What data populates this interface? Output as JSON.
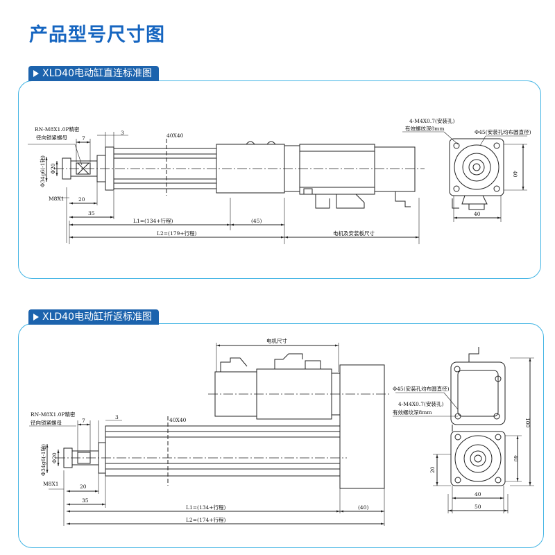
{
  "page": {
    "title": "产品型号尺寸图"
  },
  "colors": {
    "title": "#1565c0",
    "tab_bg": "#1c63ad",
    "panel_border": "#41b4e4",
    "line": "#222222"
  },
  "section_direct": {
    "tab_label": "XLD40电动缸直连标准图",
    "labels": {
      "rod_end_note_1": "RN-M8X1.0P精密",
      "rod_end_note_2": "径向锁紧螺母",
      "dim_7": "7",
      "dim_3": "3",
      "profile": "40X40",
      "rod_dia": "Φ20",
      "body_dia": "Φ34g6(-1轴)",
      "thread": "M8X1",
      "dim_20": "20",
      "dim_35": "35",
      "l1": "L1=(134+行程)",
      "dim_45": "(45)",
      "l2": "L2=(179+行程)",
      "motor_dims": "电机及安装板尺寸",
      "holes_note": "4-M4X0.7(安装孔)",
      "holes_depth": "有效螺纹深8mm",
      "pcd": "Φ45(安装孔均布圆直径)",
      "end_40_w": "40",
      "end_40_h": "40"
    }
  },
  "section_folded": {
    "tab_label": "XLD40电动缸折返标准图",
    "labels": {
      "motor_size": "电机尺寸",
      "rod_end_note_1": "RN-M8X1.0P精密",
      "rod_end_note_2": "径向锁紧螺母",
      "dim_7": "7",
      "dim_3": "3",
      "profile": "40X40",
      "rod_dia": "Φ20",
      "body_dia": "Φ34g6(-1轴)",
      "thread": "M8X1",
      "dim_20": "20",
      "dim_35": "35",
      "l1": "L1=(134+行程)",
      "dim_40": "(40)",
      "l2": "L2=(174+行程)",
      "pcd": "Φ45(安装孔均布圆直径)",
      "holes_note": "4-M4X0.7(安装孔)",
      "holes_depth": "有效螺纹深8mm",
      "dim_100": "100",
      "dim_40_h": "40",
      "dim_20_h": "20",
      "dim_40_w": "40",
      "dim_50": "50"
    }
  }
}
